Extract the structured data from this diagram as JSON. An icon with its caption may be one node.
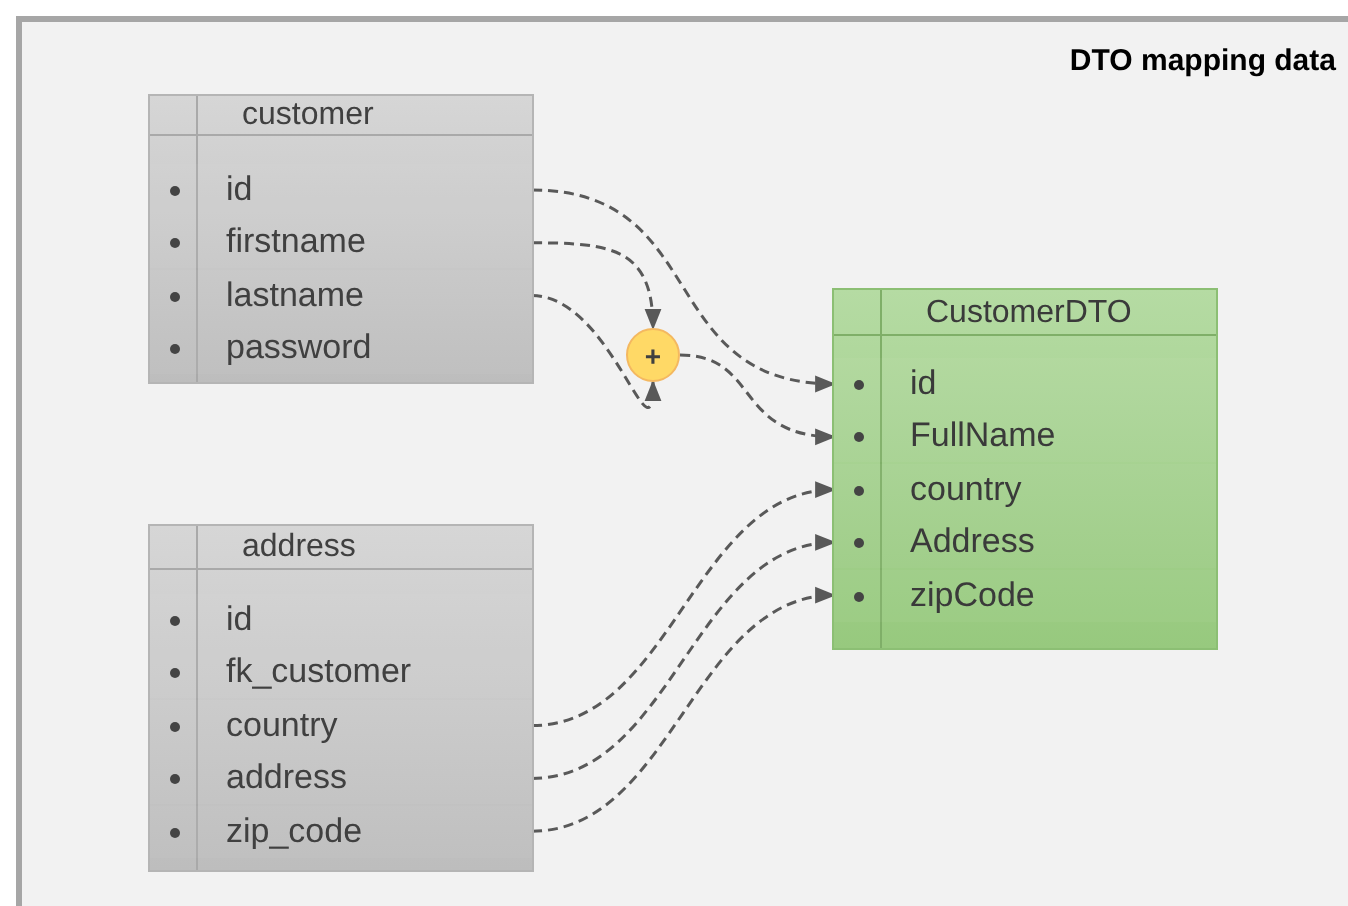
{
  "diagram": {
    "title": "DTO mapping data",
    "nodes": [
      {
        "text": [
          "customer"
        ]
      },
      {
        "text": [
          "id"
        ],
        "in": 0
      },
      {
        "text": [
          "firstname"
        ],
        "in": 0
      },
      {
        "text": [
          "lastname"
        ],
        "in": 0
      },
      {
        "text": [
          "password"
        ],
        "in": 0
      },
      {
        "text": [
          "+"
        ]
      },
      {
        "text": [
          "address"
        ]
      },
      {
        "text": [
          "id"
        ],
        "in": 6
      },
      {
        "text": [
          "fk_customer"
        ],
        "in": 6
      },
      {
        "text": [
          "country"
        ],
        "in": 6
      },
      {
        "text": [
          "address"
        ],
        "in": 6
      },
      {
        "text": [
          "zip_code"
        ],
        "in": 6
      },
      {
        "text": [
          "CustomerDTO"
        ]
      },
      {
        "text": [
          "id"
        ],
        "in": 12
      },
      {
        "text": [
          "FullName"
        ],
        "in": 12
      },
      {
        "text": [
          "country"
        ],
        "in": 12
      },
      {
        "text": [
          "Address"
        ],
        "in": 12
      },
      {
        "text": [
          "zipCode"
        ],
        "in": 12
      }
    ],
    "edges": [
      {
        "from": 1,
        "to": 13,
        "arrow": "to"
      },
      {
        "from": 2,
        "to": 5,
        "arrow": "to"
      },
      {
        "from": 3,
        "to": 5,
        "arrow": "to"
      },
      {
        "from": 5,
        "to": 14,
        "arrow": "to"
      },
      {
        "from": 9,
        "to": 15,
        "arrow": "to"
      },
      {
        "from": 10,
        "to": 16,
        "arrow": "to"
      },
      {
        "from": 11,
        "to": 17,
        "arrow": "to"
      }
    ]
  }
}
